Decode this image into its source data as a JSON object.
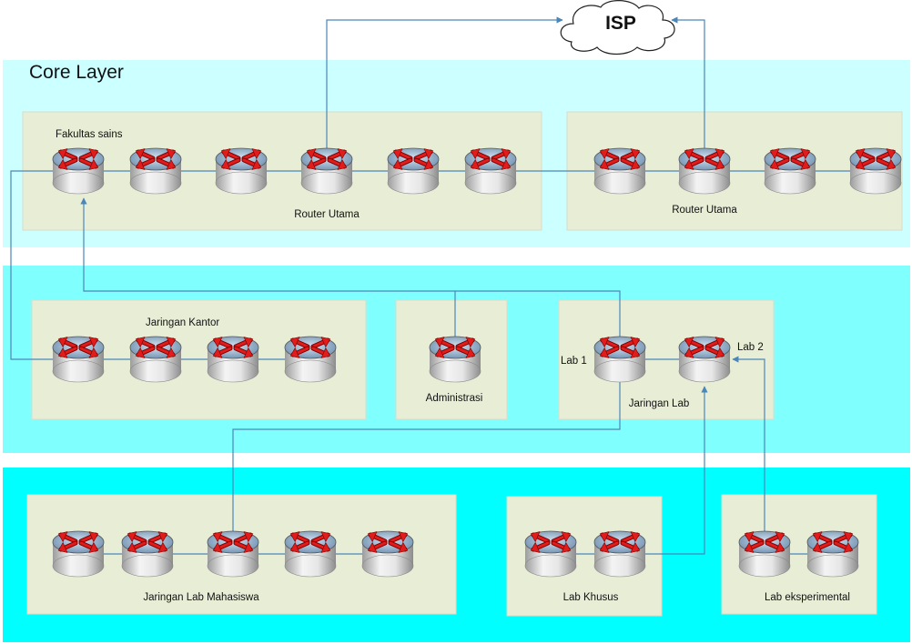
{
  "layers": [
    {
      "title": "Core Layer",
      "color": "#ccffff"
    },
    {
      "title": "",
      "color": "#80ffff"
    },
    {
      "title": "",
      "color": "#00ffff"
    }
  ],
  "isp": {
    "label": "ISP"
  },
  "groups": {
    "fakultas": {
      "label": "Fakultas sains",
      "sublabel": "Router Utama"
    },
    "core_right": {
      "label": "Router Utama"
    },
    "kantor": {
      "label": "Jaringan Kantor"
    },
    "administrasi": {
      "label": "Administrasi"
    },
    "lab": {
      "label": "Jaringan Lab",
      "lab1": "Lab 1",
      "lab2": "Lab 2"
    },
    "mahasiswa": {
      "label": "Jaringan Lab Mahasiswa"
    },
    "lab_khusus": {
      "label": "Lab Khusus"
    },
    "lab_eksperimental": {
      "label": "Lab eksperimental"
    }
  },
  "colors": {
    "panel": "#e8eed6",
    "link": "#4a86b8",
    "router_arrow": "#e21b1b"
  }
}
